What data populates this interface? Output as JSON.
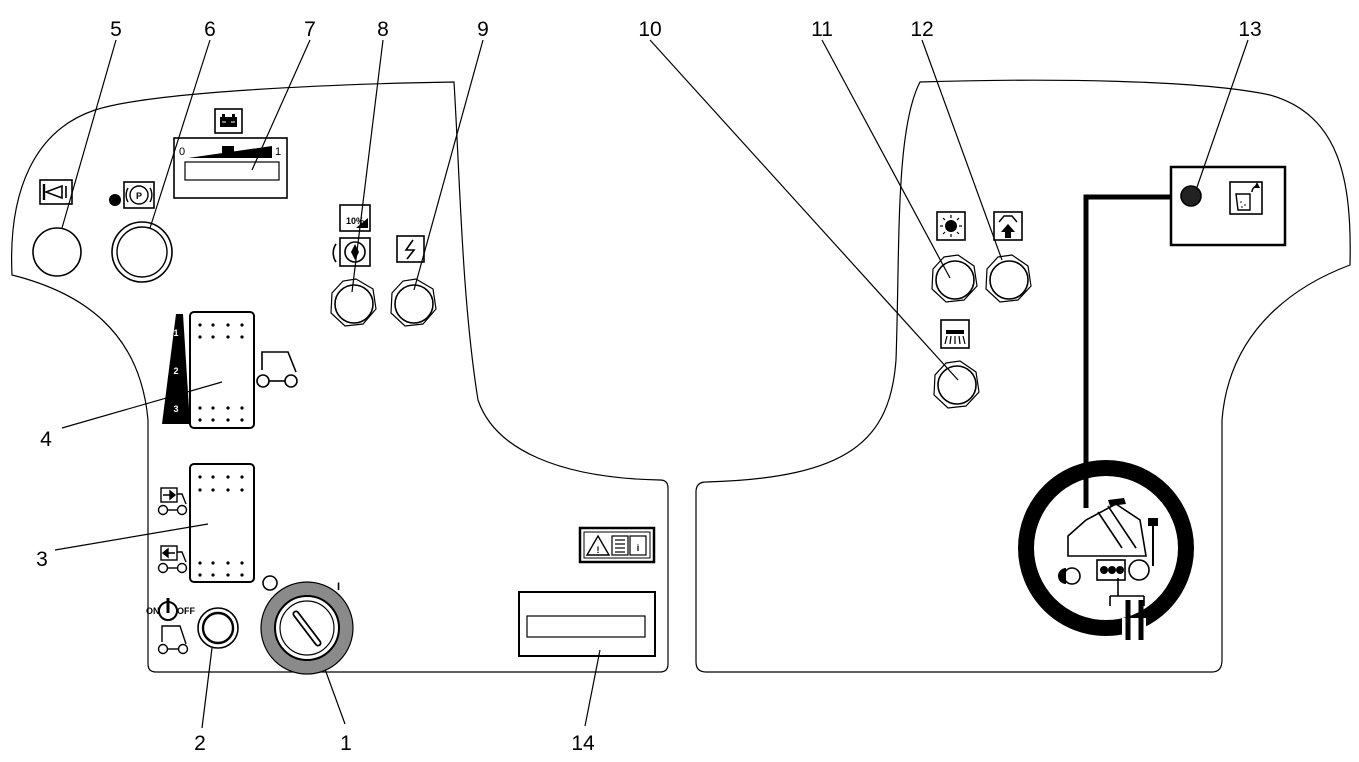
{
  "callouts": {
    "c1": "1",
    "c2": "2",
    "c3": "3",
    "c4": "4",
    "c5": "5",
    "c6": "6",
    "c7": "7",
    "c8": "8",
    "c9": "9",
    "c10": "10",
    "c11": "11",
    "c12": "12",
    "c13": "13",
    "c14": "14"
  },
  "battery_gauge": {
    "min_label": "0",
    "max_label": "1"
  },
  "speed_levels": [
    "1",
    "2",
    "3"
  ],
  "percent_label": "10%",
  "main_switch": {
    "on_label": "ON",
    "off_label": "OFF"
  },
  "key_switch": {
    "position_on": "I"
  },
  "info_panel": {
    "info_glyph": "i"
  },
  "icons": {
    "horn": "horn-icon",
    "parking_brake": "parking-brake-icon",
    "battery": "battery-icon",
    "water_flow": "water-flow-icon",
    "lightning": "lightning-icon",
    "warning": "warning-icon",
    "manual": "manual-icon",
    "vehicle": "vehicle-icon",
    "light": "light-icon",
    "hopper_lift": "hopper-lift-icon",
    "side_brush": "side-brush-icon",
    "hopper_tip": "hopper-tip-icon",
    "sweeper": "sweeper-icon"
  },
  "colors": {
    "knob_ring": "#888888",
    "line": "#000000",
    "background": "#ffffff"
  }
}
